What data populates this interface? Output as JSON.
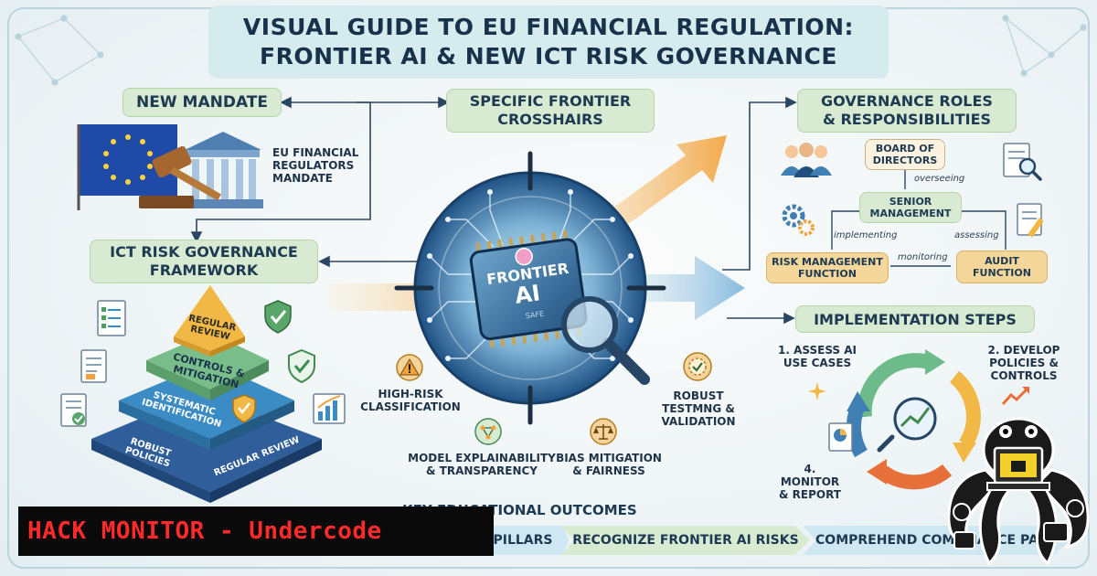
{
  "title": {
    "line1": "VISUAL GUIDE TO EU FINANCIAL REGULATION:",
    "line2": "FRONTIER AI & NEW ICT RISK GOVERNANCE"
  },
  "new_mandate": {
    "heading": "NEW MANDATE",
    "caption_line1": "EU FINANCIAL",
    "caption_line2": "REGULATORS",
    "caption_line3": "MANDATE"
  },
  "ict_framework": {
    "heading_line1": "ICT RISK GOVERNANCE",
    "heading_line2": "FRAMEWORK",
    "pyramid": {
      "top": "REGULAR REVIEW",
      "level2": "CONTROLS & MITIGATION",
      "level3": "SYSTEMATIC IDENTIFICATION",
      "base_left": "ROBUST POLICIES",
      "base_right": "REGULAR REVIEW"
    }
  },
  "crosshairs": {
    "heading_line1": "SPECIFIC FRONTIER",
    "heading_line2": "CROSSHAIRS",
    "chip_line1": "FRONTIER",
    "chip_line2": "AI",
    "chip_small": "SAFE",
    "focus": [
      {
        "line1": "HIGH-RISK",
        "line2": "CLASSIFICATION"
      },
      {
        "line1": "MODEL EXPLAINABILITY",
        "line2": "& TRANSPARENCY"
      },
      {
        "line1": "BIAS MITIGATION",
        "line2": "& FAIRNESS"
      },
      {
        "line1": "ROBUST",
        "line2": "TESTMNG &",
        "line3": "VALIDATION"
      }
    ]
  },
  "governance": {
    "heading_line1": "GOVERNANCE ROLES",
    "heading_line2": "& RESPONSIBILITIES",
    "board_line1": "BOARD OF",
    "board_line2": "DIRECTORS",
    "overseeing": "overseeing",
    "senior_line1": "SENIOR",
    "senior_line2": "MANAGEMENT",
    "implementing": "implementing",
    "assessing": "assessing",
    "risk_line1": "RISK MANAGEMENT",
    "risk_line2": "FUNCTION",
    "monitoring": "monitoring",
    "audit_line1": "AUDIT",
    "audit_line2": "FUNCTION"
  },
  "implementation": {
    "heading": "IMPLEMENTATION STEPS",
    "step1_line1": "1. ASSESS AI",
    "step1_line2": "USE CASES",
    "step2_line1": "2. DEVELOP",
    "step2_line2": "POLICIES &",
    "step2_line3": "CONTROLS",
    "step4_line1": "4. MONITOR",
    "step4_line2": "& REPORT"
  },
  "outcomes": {
    "heading": "KEY EDUCATIONAL OUTCOMES",
    "item1": "PILLARS",
    "item2": "RECOGNIZE FRONTIER AI RISKS",
    "item3": "COMPREHEND COMPLIANCE PATH"
  },
  "watermark": {
    "text": "HACK MONITOR - Undercode"
  },
  "colors": {
    "navy": "#17324a",
    "green_box": "#d8ebd2",
    "gold_box": "#f5d79b",
    "accent_orange": "#f2a23a",
    "accent_blue": "#3f7fb4",
    "watermark_red": "#ff2b2b"
  }
}
